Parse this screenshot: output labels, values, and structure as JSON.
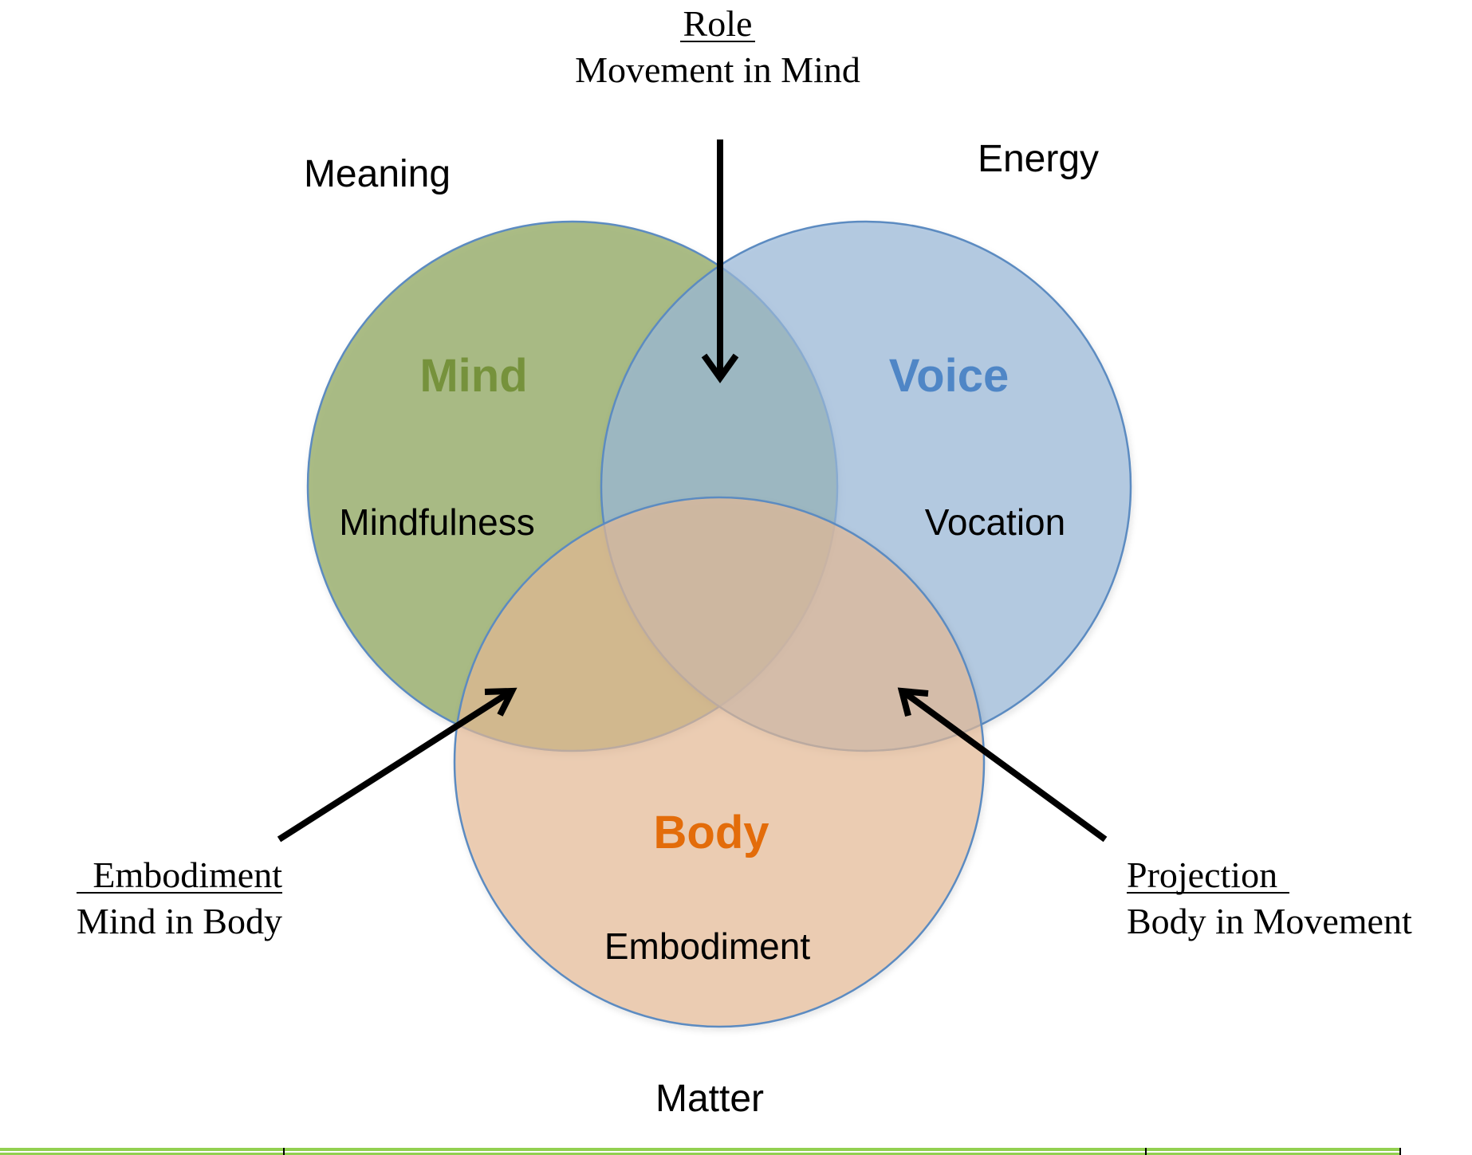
{
  "diagram": {
    "top_annotation": {
      "heading": "Role",
      "subtext": "Movement in Mind"
    },
    "left_annotation": {
      "heading": "Embodiment",
      "subtext": "Mind in Body"
    },
    "right_annotation": {
      "heading": "Projection",
      "subtext": "Body in Movement"
    },
    "outer_labels": {
      "meaning": "Meaning",
      "energy": "Energy",
      "matter": "Matter"
    },
    "circles": {
      "mind": {
        "title": "Mind",
        "subtitle": "Mindfulness",
        "fill": "#9aae6e",
        "title_color": "#76923c"
      },
      "voice": {
        "title": "Voice",
        "subtitle": "Vocation",
        "fill": "#9bb8d8",
        "title_color": "#4f86c6"
      },
      "body": {
        "title": "Body",
        "subtitle": "Embodiment",
        "fill": "#e6b995",
        "title_color": "#e36c0a"
      }
    },
    "colors": {
      "circle_stroke": "#5b8bc1",
      "arrow": "#000000",
      "table_border": "#92d050"
    }
  }
}
